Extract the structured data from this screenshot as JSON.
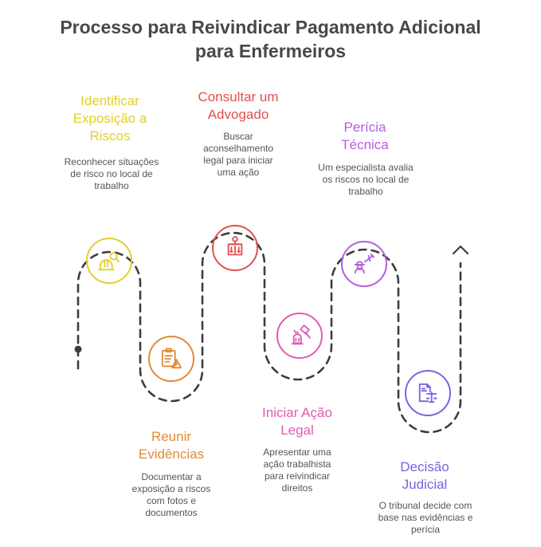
{
  "title_line1": "Processo para Reivindicar Pagamento Adicional",
  "title_line2": "para Enfermeiros",
  "path_color": "#3d3d3d",
  "steps": [
    {
      "title": "Identificar Exposição a Riscos",
      "description": "Reconhecer situações de risco no local de trabalho",
      "color": "#e2cf2d",
      "icon": "hard-hat-search-icon"
    },
    {
      "title": "Reunir Evidências",
      "description": "Documentar a exposição a riscos com fotos e documentos",
      "color": "#e38a35",
      "icon": "clipboard-warning-icon"
    },
    {
      "title": "Consultar um Advogado",
      "description": "Buscar aconselhamento legal para iniciar uma ação",
      "color": "#e0504f",
      "icon": "lawyer-scales-icon"
    },
    {
      "title": "Iniciar Ação Legal",
      "description": "Apresentar uma ação trabalhista para reivindicar direitos",
      "color": "#dd5cb4",
      "icon": "gavel-alarm-icon"
    },
    {
      "title": "Perícia Técnica",
      "description": "Um especialista avalia os riscos no local de trabalho",
      "color": "#b45ee0",
      "icon": "expert-inspector-icon"
    },
    {
      "title": "Decisão Judicial",
      "description": "O tribunal decide com base nas evidências e perícia",
      "color": "#7b63e0",
      "icon": "document-scales-icon"
    }
  ]
}
